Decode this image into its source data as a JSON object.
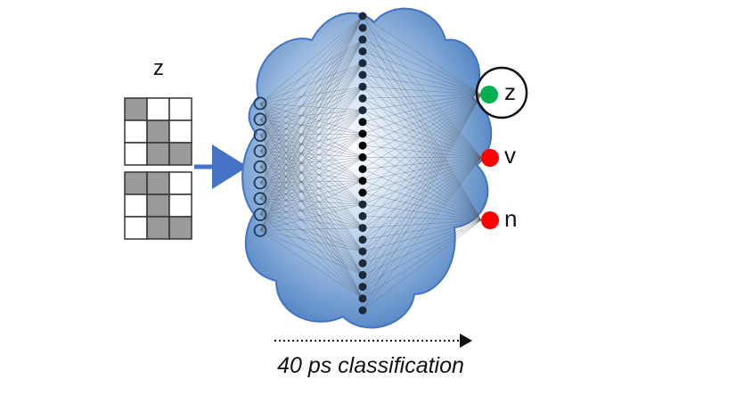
{
  "input": {
    "label": "z",
    "grids": [
      [
        [
          1,
          0,
          0
        ],
        [
          0,
          1,
          0
        ],
        [
          0,
          1,
          1
        ]
      ],
      [
        [
          1,
          1,
          0
        ],
        [
          0,
          1,
          0
        ],
        [
          0,
          1,
          1
        ]
      ]
    ],
    "filled_color": "#9a9a9a",
    "empty_color": "#ffffff",
    "border_color": "#333333"
  },
  "network": {
    "cloud_fill_center": "#ffffff",
    "cloud_fill_edge": "#4a7fc1",
    "cloud_stroke": "#4472c4",
    "input_neuron_count": 9,
    "hidden_neuron_count": 26,
    "hidden_neuron_color": "#1a2a3a",
    "arrow_color": "#4472c4"
  },
  "outputs": [
    {
      "label": "z",
      "color": "#00b050",
      "selected": true
    },
    {
      "label": "v",
      "color": "#ff0000",
      "selected": false
    },
    {
      "label": "n",
      "color": "#ff0000",
      "selected": false
    }
  ],
  "caption": "40 ps classification"
}
